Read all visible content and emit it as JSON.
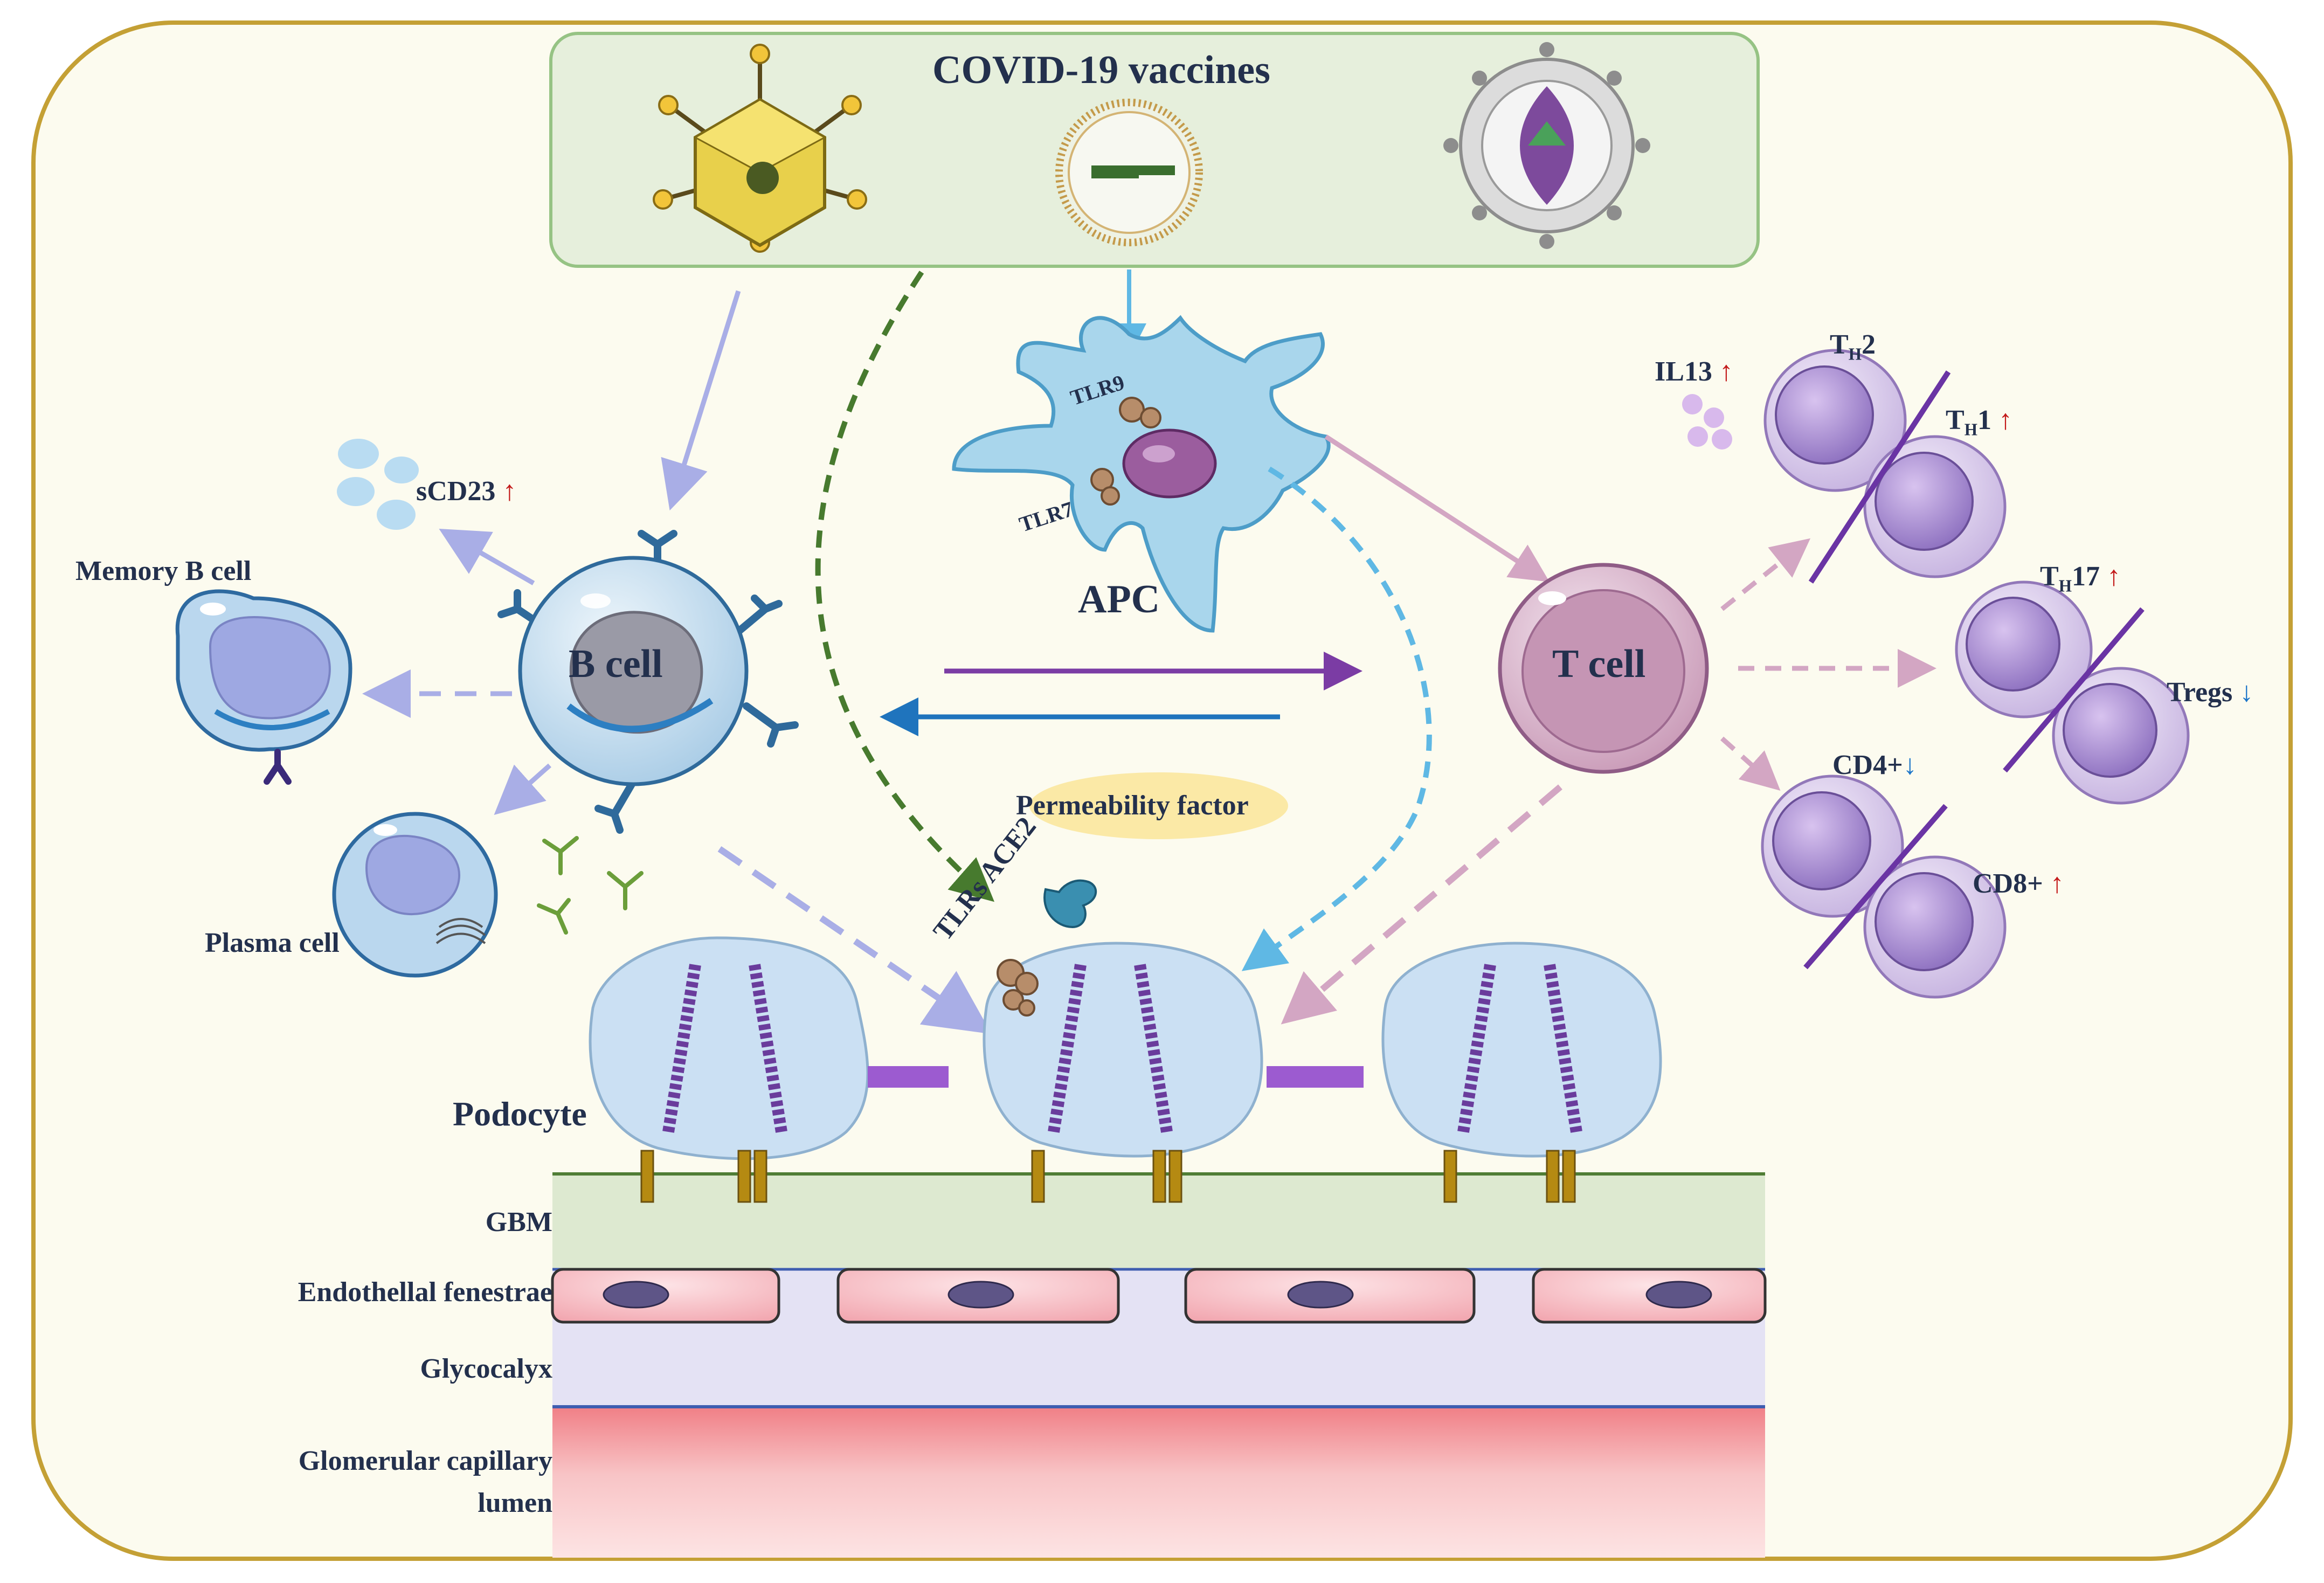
{
  "vaccines_title": "COVID-19 vaccines",
  "cells": {
    "apc": "APC",
    "tlr9": "TLR9",
    "tlr7": "TLR7",
    "b_cell": "B cell",
    "t_cell": "T cell",
    "memory_b_cell": "Memory B cell",
    "plasma_cell": "Plasma cell",
    "podocyte": "Podocyte"
  },
  "markers": {
    "scd23": "sCD23",
    "il13": "IL13",
    "th2": "2",
    "th1": "1",
    "th17": "17",
    "th_prefix": "T",
    "th_sub": "H",
    "tregs": "Tregs",
    "cd4": "CD4+",
    "cd8": "CD8+",
    "up_arrow": "↑",
    "down_arrow": "↓"
  },
  "permeability_factor": "Permeability factor",
  "receptors": {
    "tlrs": "TLRs",
    "ace2": "ACE2"
  },
  "layers": {
    "gbm": "GBM",
    "endothelial": "Endothellal fenestrae",
    "glycocalyx": "Glycocalyx",
    "lumen_line1": "Glomerular capillary",
    "lumen_line2": "lumen"
  },
  "colors": {
    "panel_bg": "#fcfbef",
    "panel_border": "#c4a035",
    "vaccine_box": "#e6efdc",
    "gbm": "#dde9d0",
    "glycocalyx": "#e4e2f4",
    "lumen": "#f49a9e",
    "arrow_b": "#a9aee6",
    "arrow_green": "#477a2e",
    "arrow_cyan": "#5fb8e4",
    "arrow_t": "#d3a6c3",
    "arrow_purple": "#7b3ca4",
    "arrow_blue": "#1f74bd",
    "up": "#c31a1a",
    "down": "#1a74c8"
  }
}
